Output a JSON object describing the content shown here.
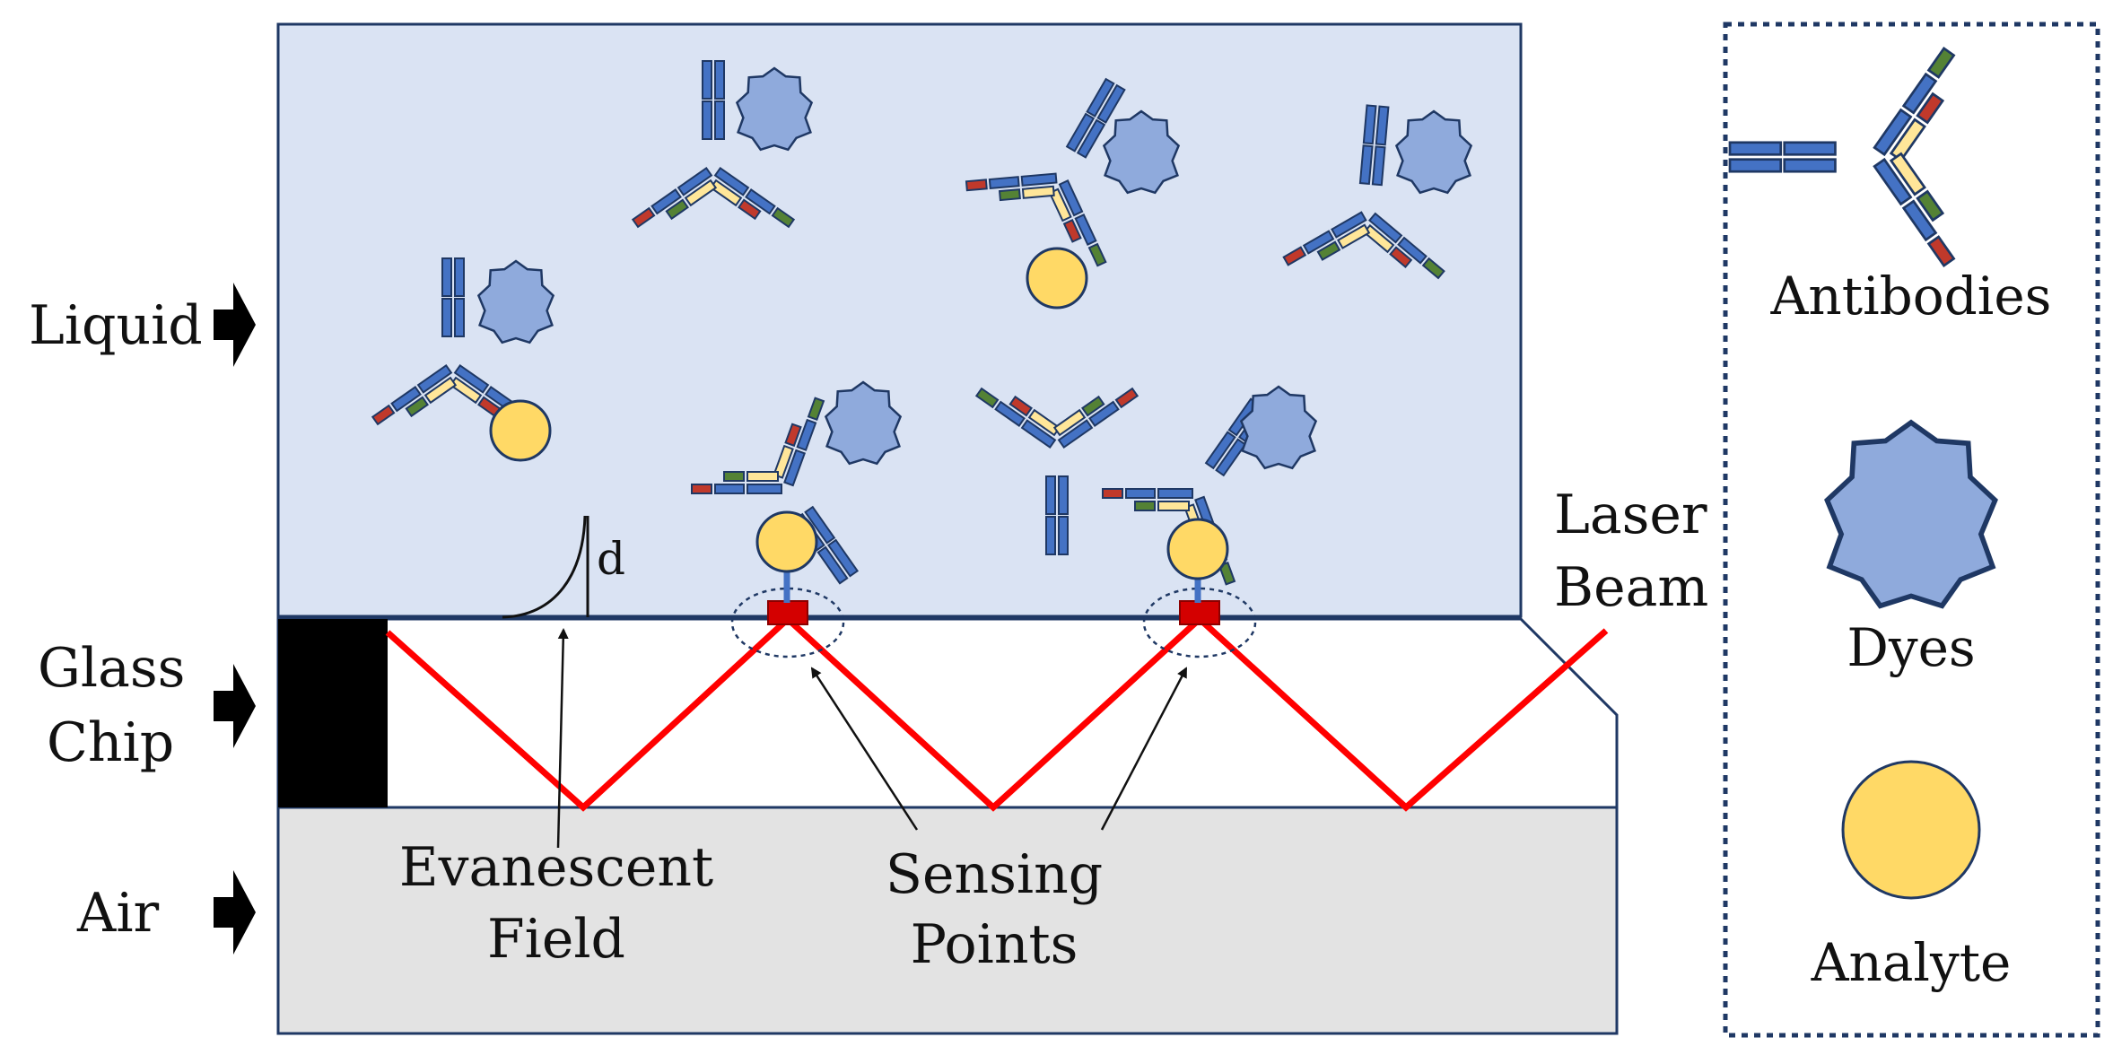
{
  "layers": {
    "liquid_label": "Liquid",
    "glass_label_line1": "Glass",
    "glass_label_line2": "Chip",
    "air_label": "Air"
  },
  "annotations": {
    "laser_line1": "Laser",
    "laser_line2": "Beam",
    "evanescent_line1": "Evanescent",
    "evanescent_line2": "Field",
    "sensing_line1": "Sensing",
    "sensing_line2": "Points",
    "depth_label": "d"
  },
  "legend": {
    "antibodies": "Antibodies",
    "dyes": "Dyes",
    "analyte": "Analyte"
  },
  "colors": {
    "liquid": "#dae3f3",
    "air": "#e3e3e3",
    "glass": "#ffffff",
    "outline": "#1f3864",
    "laser": "#ff0000",
    "antibody_heavy": "#4472c4",
    "antibody_light": "#ffe699",
    "tip_red": "#c0392b",
    "tip_green": "#548235",
    "dye": "#8faadc",
    "analyte": "#ffd966",
    "sensing_point": "#d40000"
  }
}
